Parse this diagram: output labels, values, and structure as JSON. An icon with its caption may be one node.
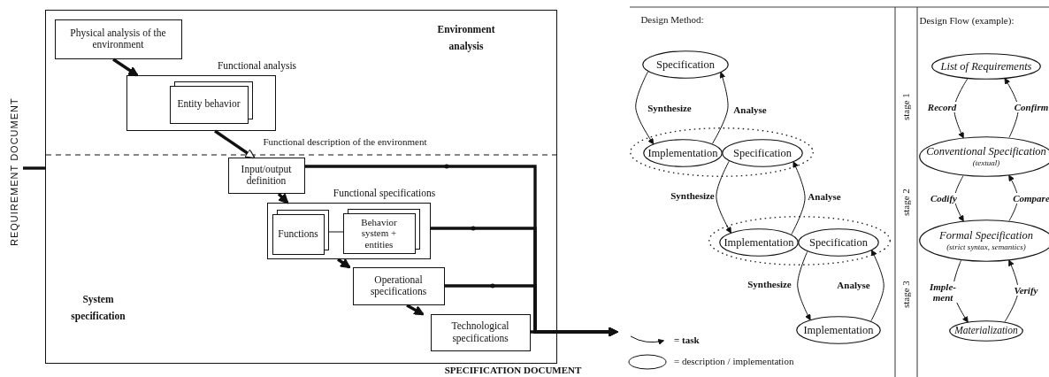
{
  "diagram": {
    "nodes": [
      {
        "text": [
          "REQUIREMENT DOCUMENT"
        ]
      },
      {
        "text": [],
        "shape": "box"
      },
      {
        "text": [
          "Physical analysis of the environment"
        ],
        "in": 1
      },
      {
        "text": [
          "Functional analysis"
        ],
        "in": 1
      },
      {
        "text": [
          "Entity behavior"
        ],
        "in": 3
      },
      {
        "text": [
          "Input/output definition"
        ],
        "in": 1
      },
      {
        "text": [
          "Functional specifications"
        ],
        "in": 1
      },
      {
        "text": [
          "Functions"
        ],
        "in": 6
      },
      {
        "text": [
          "Behavior system + entities"
        ],
        "in": 6
      },
      {
        "text": [
          "Operational specifications"
        ],
        "in": 1
      },
      {
        "text": [
          "Technological specifications"
        ],
        "in": 1
      },
      {
        "text": [
          "Specification"
        ]
      },
      {
        "text": [],
        "shape": "ellipse"
      },
      {
        "text": [
          "Implementation"
        ],
        "in": 12
      },
      {
        "text": [
          "Specification"
        ],
        "in": 12
      },
      {
        "text": [],
        "shape": "ellipse"
      },
      {
        "text": [
          "Implementation"
        ],
        "in": 15
      },
      {
        "text": [
          "Specification"
        ],
        "in": 15
      },
      {
        "text": [
          "Implementation"
        ]
      },
      {
        "text": [
          "List of Requirements"
        ]
      },
      {
        "text": [
          "Conventional Specification",
          "(textual)"
        ]
      },
      {
        "text": [
          "Formal Specification",
          "(strict syntax, semantics)"
        ]
      },
      {
        "text": [
          "Materialization"
        ]
      }
    ],
    "edges": [
      {
        "from": 0,
        "to": 1,
        "arrow": "none",
        "style": "thick"
      },
      {
        "from": 2,
        "to": 3,
        "arrow": "to",
        "style": "thick"
      },
      {
        "from": 3,
        "to": 5,
        "arrow": "to",
        "style": "thick",
        "label": "Functional description of the environment"
      },
      {
        "from": 5,
        "to": 6,
        "arrow": "to",
        "style": "thick"
      },
      {
        "from": 7,
        "to": 8,
        "arrow": "none"
      },
      {
        "from": 6,
        "to": 9,
        "arrow": "to",
        "style": "thick"
      },
      {
        "from": 9,
        "to": 10,
        "arrow": "to",
        "style": "thick"
      },
      {
        "from": 5,
        "to": null,
        "arrow": "to",
        "style": "thick"
      },
      {
        "from": 6,
        "to": null,
        "arrow": "to",
        "style": "thick"
      },
      {
        "from": 9,
        "to": null,
        "arrow": "to",
        "style": "thick"
      },
      {
        "from": 10,
        "to": null,
        "arrow": "to",
        "style": "thick"
      },
      {
        "from": 11,
        "to": 13,
        "arrow": "to",
        "label": "Synthesize"
      },
      {
        "from": 13,
        "to": 11,
        "arrow": "to",
        "label": "Analyse"
      },
      {
        "from": 14,
        "to": 16,
        "arrow": "to",
        "label": "Synthesize"
      },
      {
        "from": 16,
        "to": 14,
        "arrow": "to",
        "label": "Analyse"
      },
      {
        "from": 17,
        "to": 18,
        "arrow": "to",
        "label": "Synthesize"
      },
      {
        "from": 18,
        "to": 17,
        "arrow": "to",
        "label": "Analyse"
      },
      {
        "from": 19,
        "to": 20,
        "arrow": "to",
        "label": "Record"
      },
      {
        "from": 20,
        "to": 19,
        "arrow": "to",
        "label": "Confirm"
      },
      {
        "from": 20,
        "to": 21,
        "arrow": "to",
        "label": "Codify"
      },
      {
        "from": 21,
        "to": 20,
        "arrow": "to",
        "label": "Compare"
      },
      {
        "from": 21,
        "to": 22,
        "arrow": "to",
        "label": "Imple- ment"
      },
      {
        "from": 22,
        "to": 21,
        "arrow": "to",
        "label": "Verify"
      }
    ],
    "labels": [
      "Environment analysis",
      "System specification",
      "SPECIFICATION DOCUMENT",
      "Design Method:",
      "Design Flow (example):",
      "stage 1",
      "stage 2",
      "stage 3"
    ],
    "legend": [
      {
        "text": "= task"
      },
      {
        "text": "= description / implementation"
      }
    ]
  }
}
